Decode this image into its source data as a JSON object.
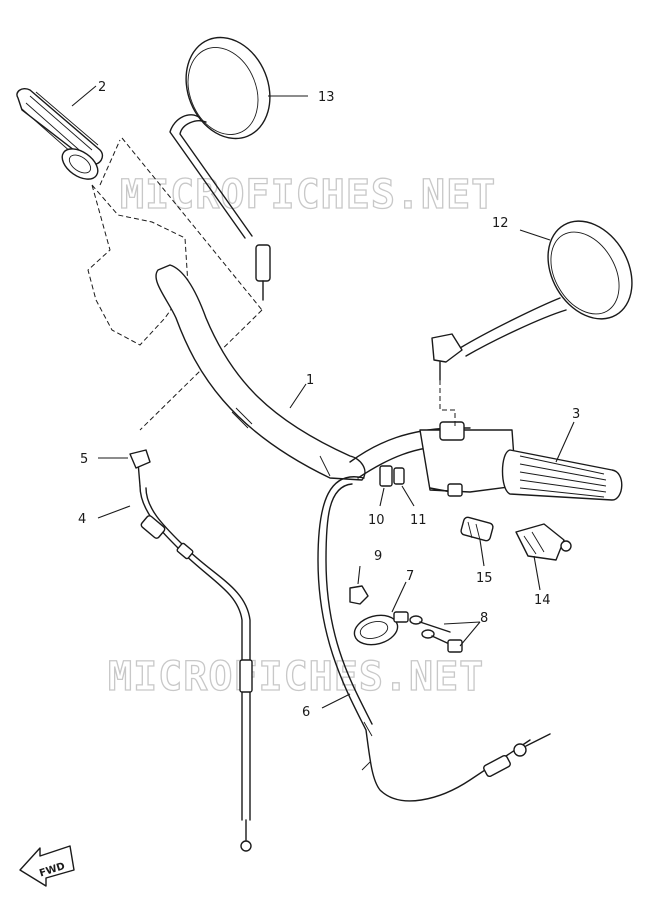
{
  "watermarks": [
    "MICROFICHES.NET",
    "MICROFICHES.NET"
  ],
  "callouts": [
    "1",
    "2",
    "3",
    "4",
    "5",
    "6",
    "7",
    "8",
    "9",
    "10",
    "11",
    "12",
    "13",
    "14",
    "15"
  ],
  "direction_marker": "FWD",
  "colors": {
    "ink": "#1a1a1a",
    "watermark": "#c8c8c8",
    "paper": "#ffffff"
  }
}
